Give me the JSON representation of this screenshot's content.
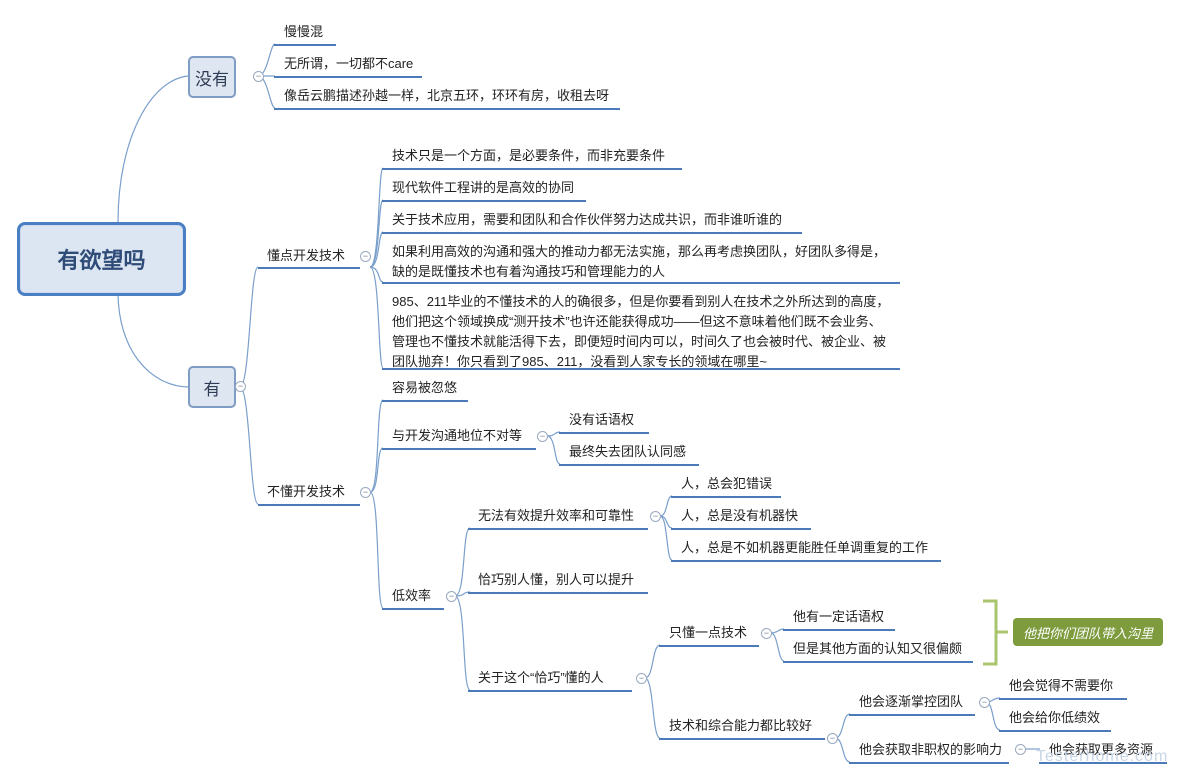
{
  "root": {
    "label": "有欲望吗"
  },
  "branches": {
    "no": {
      "label": "没有",
      "items": [
        "慢慢混",
        "无所谓，一切都不care",
        "像岳云鹏描述孙越一样，北京五环，环环有房，收租去呀"
      ]
    },
    "yes": {
      "label": "有",
      "understand": {
        "label": "懂点开发技术",
        "items": [
          "技术只是一个方面，是必要条件，而非充要条件",
          "现代软件工程讲的是高效的协同",
          "关于技术应用，需要和团队和合作伙伴努力达成共识，而非谁听谁的",
          "如果利用高效的沟通和强大的推动力都无法实施，那么再考虑换团队，好团队多得是，缺的是既懂技术也有着沟通技巧和管理能力的人",
          "985、211毕业的不懂技术的人的确很多，但是你要看到别人在技术之外所达到的高度，他们把这个领域换成“测开技术”也许还能获得成功——但这不意味着他们既不会业务、管理也不懂技术就能活得下去，即便短时间内可以，时间久了也会被时代、被企业、被团队抛弃！你只看到了985、211，没看到人家专长的领域在哪里~"
        ]
      },
      "not_understand": {
        "label": "不懂开发技术",
        "ignored": "容易被忽悠",
        "unequal": {
          "label": "与开发沟通地位不对等",
          "items": [
            "没有话语权",
            "最终失去团队认同感"
          ]
        },
        "low_efficiency": {
          "label": "低效率",
          "cannot_improve": {
            "label": "无法有效提升效率和可靠性",
            "items": [
              "人，总会犯错误",
              "人，总是没有机器快",
              "人，总是不如机器更能胜任单调重复的工作"
            ]
          },
          "lucky": "恰巧别人懂，别人可以提升",
          "about_people": {
            "label": "关于这个“恰巧”懂的人",
            "little_tech": {
              "label": "只懂一点技术",
              "items": [
                "他有一定话语权",
                "但是其他方面的认知又很偏颇"
              ],
              "callout": "他把你们团队带入沟里"
            },
            "strong": {
              "label": "技术和综合能力都比较好",
              "control": {
                "label": "他会逐渐掌控团队",
                "items": [
                  "他会觉得不需要你",
                  "他会给你低绩效"
                ]
              },
              "influence": {
                "label": "他会获取非职权的影响力",
                "items": [
                  "他会获取更多资源"
                ]
              }
            }
          }
        }
      }
    }
  },
  "watermark": "Testerhome.com",
  "colors": {
    "link": "#7a9fcb",
    "underline": "#4a7ab8",
    "bracket": "#a8c46c",
    "callout": "#7e9b3e"
  }
}
